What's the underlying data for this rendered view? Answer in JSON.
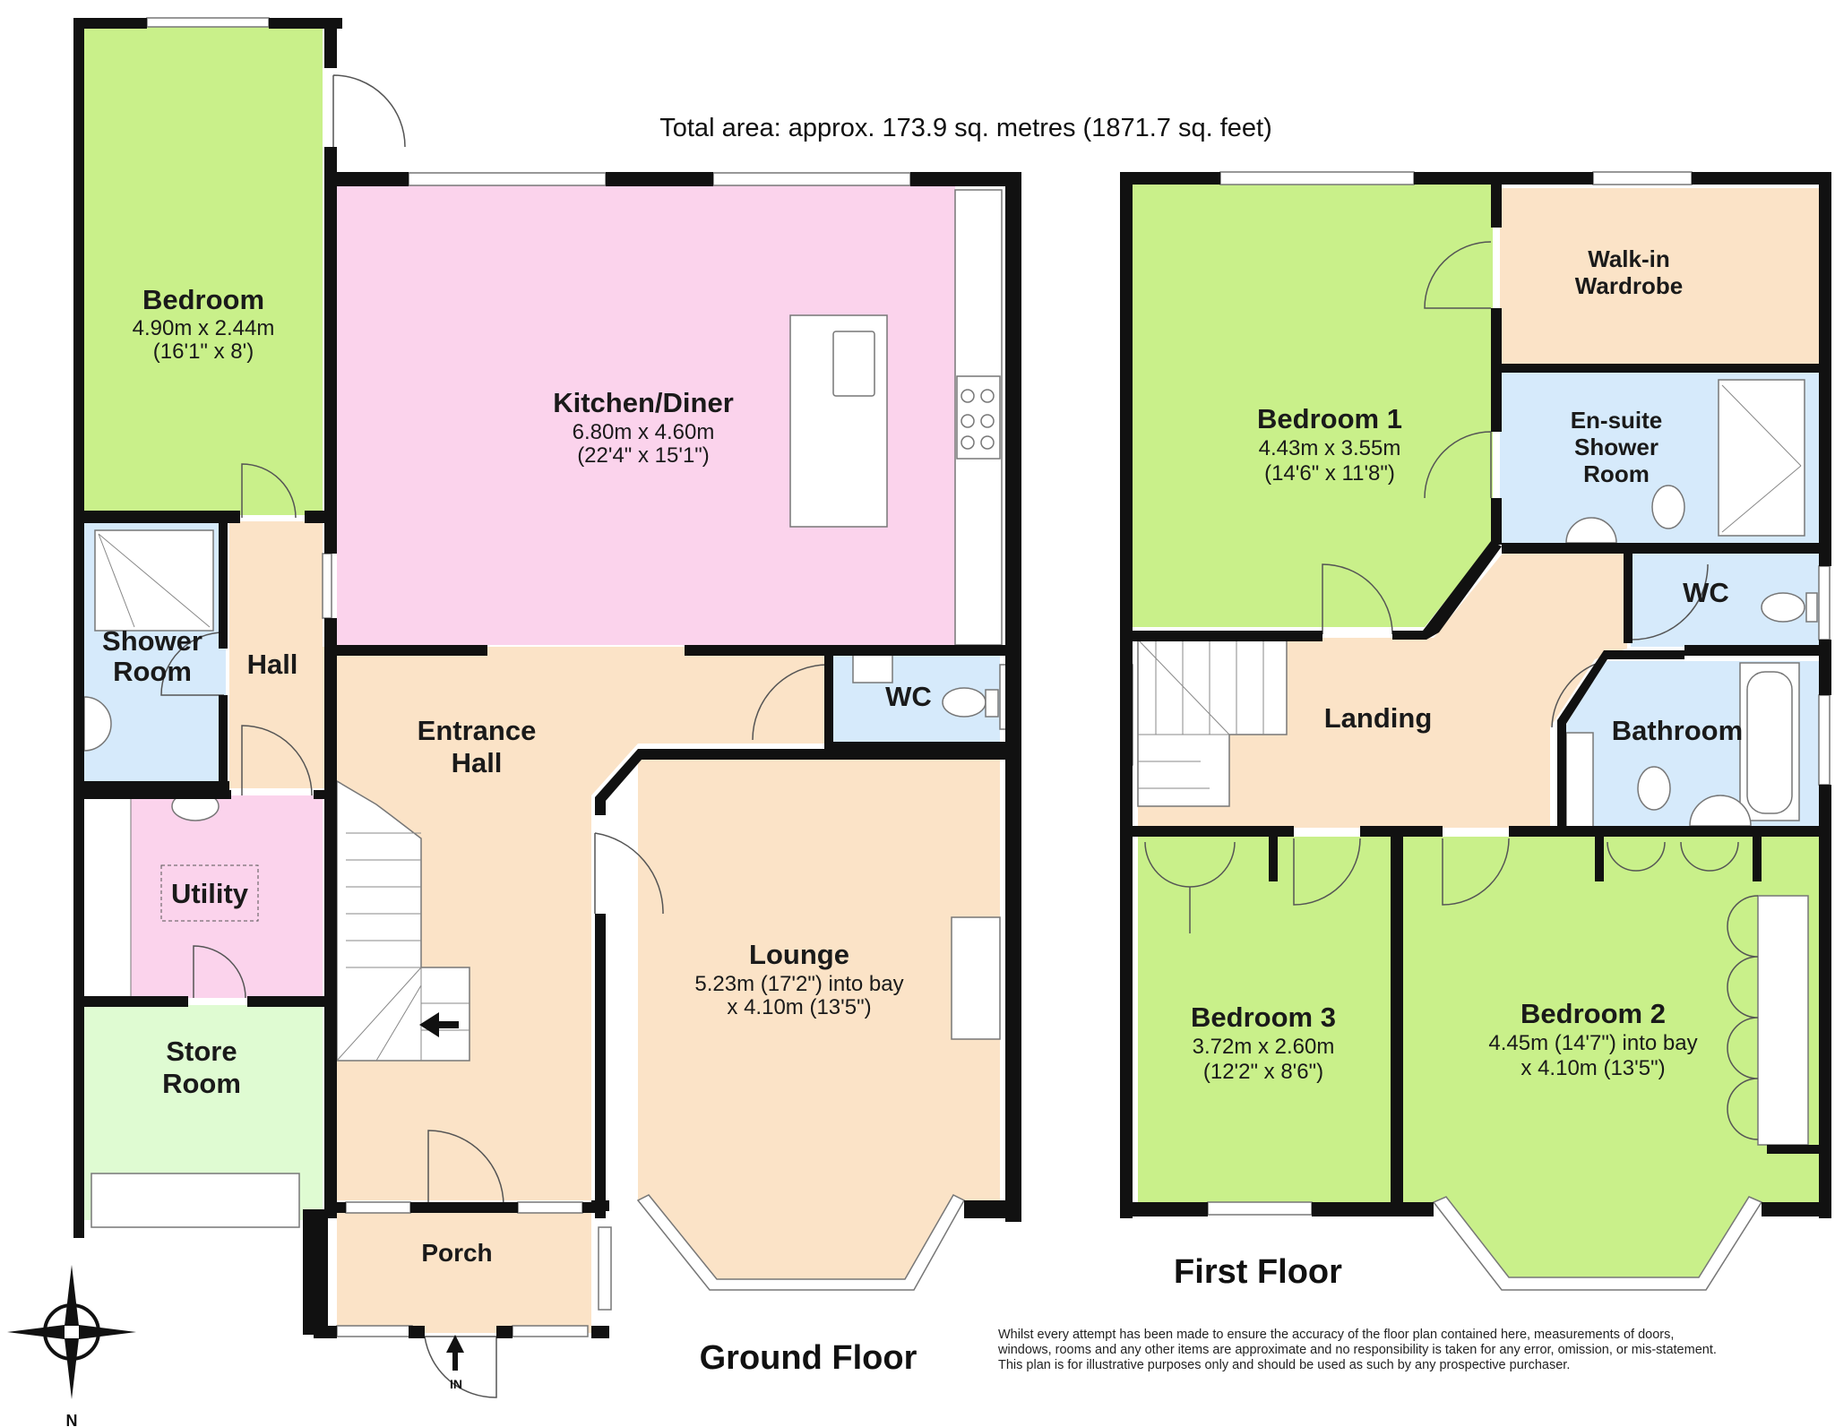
{
  "total_area": "Total area: approx. 173.9 sq. metres (1871.7 sq. feet)",
  "colors": {
    "bedroom": "#c9f08a",
    "kitchen": "#fbd3ec",
    "hall": "#fbe3c7",
    "wet_room": "#d6eafb",
    "utility": "#fbd3ec",
    "store": "#dffbd2",
    "wardrobe": "#fbe3c7",
    "wall": "#111111"
  },
  "ground_floor": {
    "label": "Ground Floor",
    "rooms": {
      "bedroom": {
        "name": "Bedroom",
        "dim1": "4.90m x 2.44m",
        "dim2": "(16'1\" x 8')"
      },
      "kitchen": {
        "name": "Kitchen/Diner",
        "dim1": "6.80m x 4.60m",
        "dim2": "(22'4\" x 15'1\")"
      },
      "shower_room": {
        "name_line1": "Shower",
        "name_line2": "Room"
      },
      "hall": {
        "name": "Hall"
      },
      "entrance_hall": {
        "name_line1": "Entrance",
        "name_line2": "Hall"
      },
      "wc": {
        "name": "WC"
      },
      "utility": {
        "name": "Utility"
      },
      "store_room": {
        "name_line1": "Store",
        "name_line2": "Room"
      },
      "lounge": {
        "name": "Lounge",
        "dim1": "5.23m (17'2\") into bay",
        "dim2": "x 4.10m (13'5\")"
      },
      "porch": {
        "name": "Porch"
      }
    },
    "entry_marker": "IN"
  },
  "first_floor": {
    "label": "First Floor",
    "rooms": {
      "bedroom1": {
        "name": "Bedroom 1",
        "dim1": "4.43m x 3.55m",
        "dim2": "(14'6\" x 11'8\")"
      },
      "walk_in": {
        "name_line1": "Walk-in",
        "name_line2": "Wardrobe"
      },
      "ensuite": {
        "name_line1": "En-suite",
        "name_line2": "Shower",
        "name_line3": "Room"
      },
      "wc": {
        "name": "WC"
      },
      "landing": {
        "name": "Landing"
      },
      "bathroom": {
        "name": "Bathroom"
      },
      "bedroom3": {
        "name": "Bedroom 3",
        "dim1": "3.72m x 2.60m",
        "dim2": "(12'2\" x 8'6\")"
      },
      "bedroom2": {
        "name": "Bedroom 2",
        "dim1": "4.45m (14'7\") into bay",
        "dim2": "x 4.10m (13'5\")"
      }
    }
  },
  "compass": {
    "north": "N"
  },
  "disclaimer": {
    "line1": "Whilst every attempt has been made to ensure the accuracy of the floor plan contained here, measurements of doors,",
    "line2": "windows, rooms and any other items are approximate and no responsibility is taken for any error, omission, or mis-statement.",
    "line3": "This plan is for illustrative purposes only and should be used as such by any prospective purchaser."
  }
}
